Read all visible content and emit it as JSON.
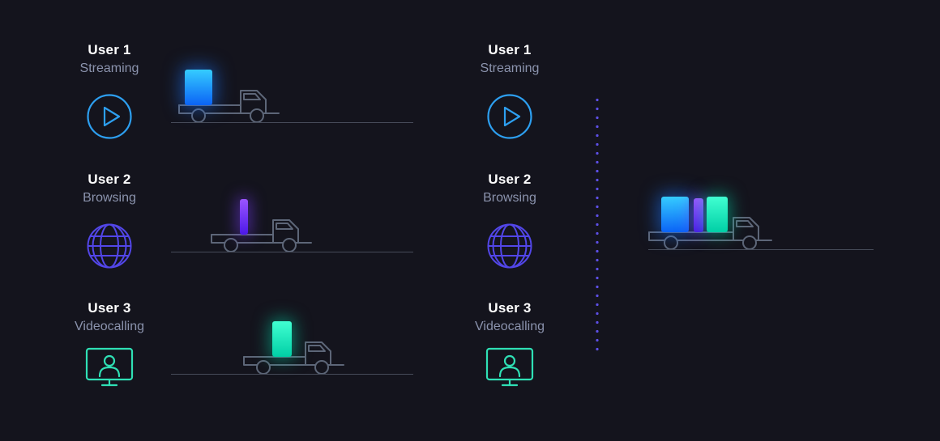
{
  "theme": {
    "background": "#14141d",
    "text_primary": "#ffffff",
    "text_secondary": "#8b93ad",
    "truck_outline": "#5d6678",
    "ground_line": "#464b59",
    "dotted_line": "#5d4fe6",
    "package_blue_gradient": [
      "#35ccff",
      "#0b63f6"
    ],
    "package_purple_gradient": [
      "#9a55ff",
      "#4c18e8"
    ],
    "package_teal_gradient": [
      "#41ffd2",
      "#00cfa6"
    ],
    "icon_play_color": "#2d9ff0",
    "icon_globe_color": "#5246e8",
    "icon_monitor_color": "#2fe0b5"
  },
  "users": [
    {
      "name": "User 1",
      "activity": "Streaming",
      "icon": "play-circle-icon",
      "package": "blue"
    },
    {
      "name": "User 2",
      "activity": "Browsing",
      "icon": "globe-icon",
      "package": "purple"
    },
    {
      "name": "User 3",
      "activity": "Videocalling",
      "icon": "videocall-monitor-icon",
      "package": "teal"
    }
  ],
  "left_scene": {
    "trucks": [
      {
        "user": "User 1",
        "cargo": [
          "blue"
        ]
      },
      {
        "user": "User 2",
        "cargo": [
          "purple"
        ]
      },
      {
        "user": "User 3",
        "cargo": [
          "teal"
        ]
      }
    ]
  },
  "right_scene": {
    "combined_truck_cargo": [
      "blue",
      "purple",
      "teal"
    ]
  }
}
